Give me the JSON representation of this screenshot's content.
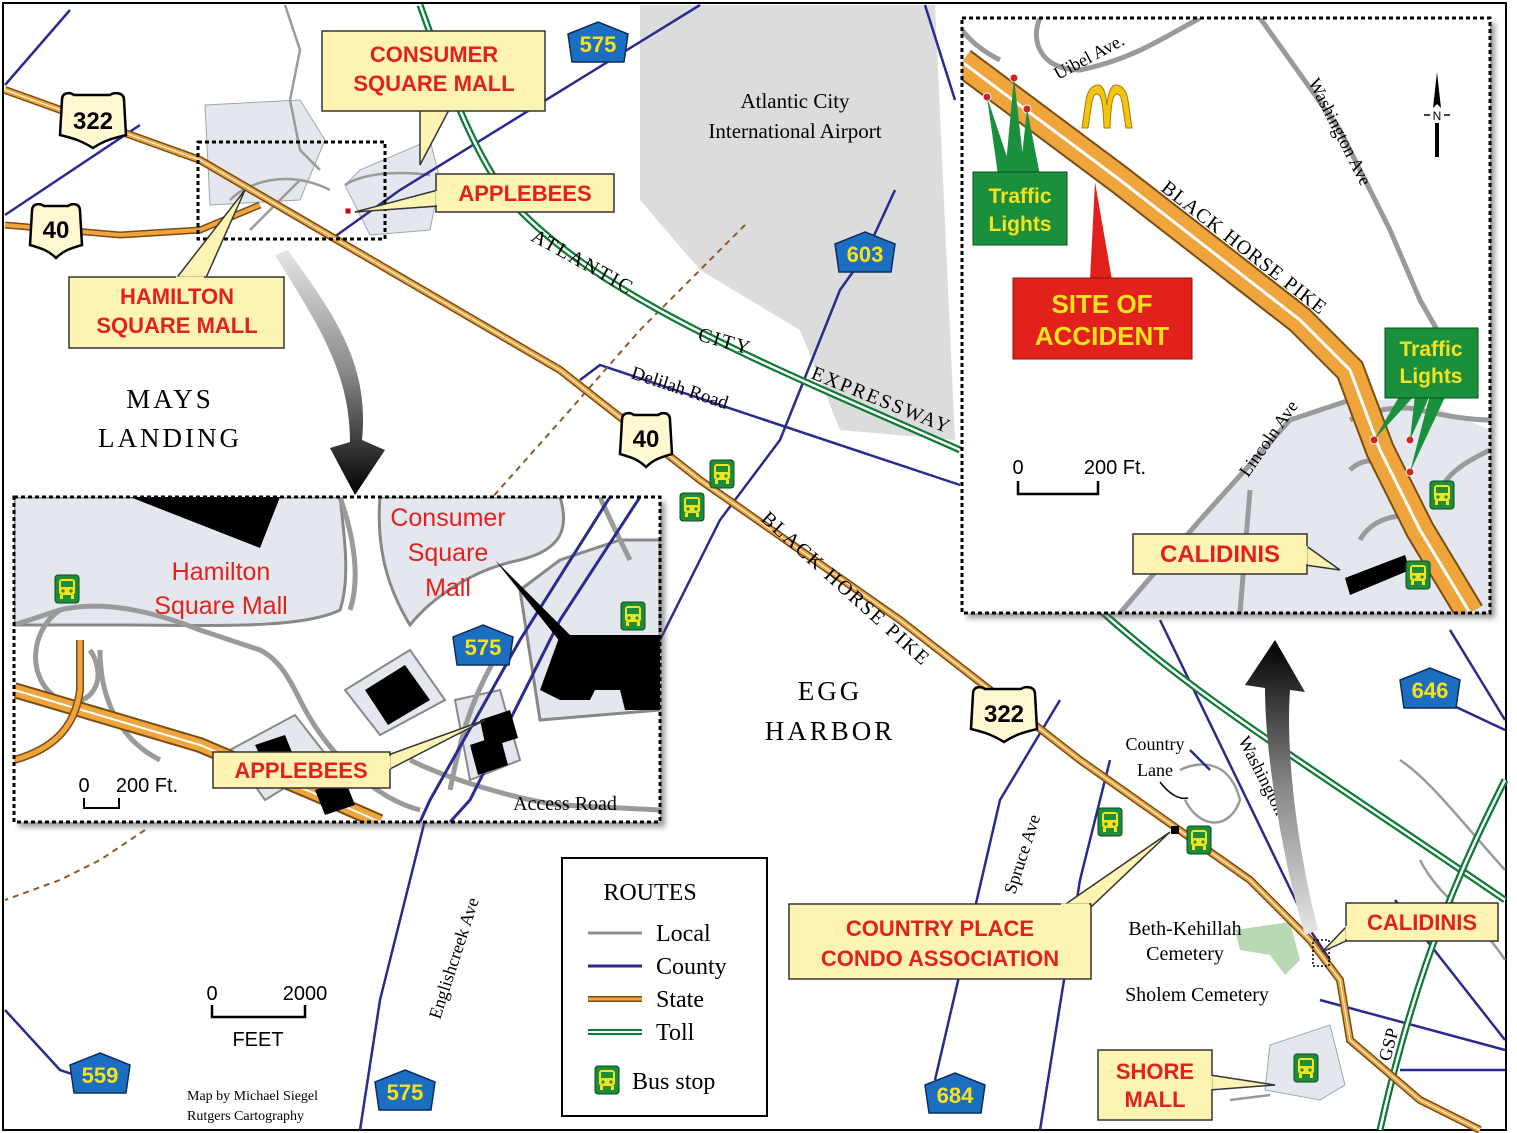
{
  "map": {
    "places": {
      "mays_landing": [
        "MAYS",
        "LANDING"
      ],
      "egg_harbor": [
        "EGG",
        "HARBOR"
      ],
      "airport": [
        "Atlantic City",
        "International Airport"
      ]
    },
    "roads": {
      "black_horse_pike": "BLACK HORSE PIKE",
      "ac_expressway": [
        "ATLANTIC",
        "CITY",
        "EXPRESSWAY"
      ],
      "delilah_road": "Delilah  Road",
      "englishcreek_ave": "Englishcreek  Ave",
      "spruce_ave": "Spruce Ave",
      "washington_ave": "Washington Ave",
      "gsp": "GSP",
      "country_lane": [
        "Country",
        "Lane"
      ]
    },
    "shields": {
      "us322_a": "322",
      "us40_a": "40",
      "us40_b": "40",
      "us322_b": "322",
      "cr575_top": "575",
      "cr603": "603",
      "cr646": "646",
      "cr559": "559",
      "cr575_bottom": "575",
      "cr684": "684",
      "cr575_inset": "575"
    },
    "callouts": {
      "consumer_square_mall": [
        "CONSUMER",
        "SQUARE MALL"
      ],
      "applebees_main": "APPLEBEES",
      "hamilton_square_mall": [
        "HAMILTON",
        "SQUARE MALL"
      ],
      "country_place": [
        "COUNTRY PLACE",
        "CONDO ASSOCIATION"
      ],
      "calidinis_main": "CALIDINIS",
      "shore_mall": [
        "SHORE",
        "MALL"
      ]
    },
    "cemeteries": {
      "beth_kehillah": [
        "Beth-Kehillah",
        "Cemetery"
      ],
      "sholem": "Sholem Cemetery"
    },
    "scale_main": {
      "zero": "0",
      "value": "2000",
      "unit": "FEET"
    },
    "credit": [
      "Map by Michael Siegel",
      "Rutgers Cartography"
    ]
  },
  "legend": {
    "title": "ROUTES",
    "items": [
      {
        "label": "Local",
        "color": "#8c8c8c"
      },
      {
        "label": "County",
        "color": "#2b2b8f"
      },
      {
        "label": "State",
        "color": "#c8862b"
      },
      {
        "label": "Toll",
        "color": "#0e8a3e"
      }
    ],
    "bus_stop": "Bus stop"
  },
  "inset_left": {
    "hamilton": [
      "Hamilton",
      "Square Mall"
    ],
    "consumer": [
      "Consumer",
      "Square",
      "Mall"
    ],
    "applebees": "APPLEBEES",
    "access_road": "Access  Road",
    "scale": {
      "zero": "0",
      "value": "200 Ft."
    }
  },
  "inset_right": {
    "uibel_ave": "Uibel Ave.",
    "washington_ave": "Washington Ave",
    "black_horse_pike": "BLACK HORSE PIKE",
    "lincoln_ave": "Lincoln Ave",
    "traffic_lights_left": [
      "Traffic",
      "Lights"
    ],
    "traffic_lights_right": [
      "Traffic",
      "Lights"
    ],
    "site_of_accident": [
      "SITE OF",
      "ACCIDENT"
    ],
    "calidinis": "CALIDINIS",
    "north": "N",
    "scale": {
      "zero": "0",
      "value": "200 Ft."
    }
  }
}
